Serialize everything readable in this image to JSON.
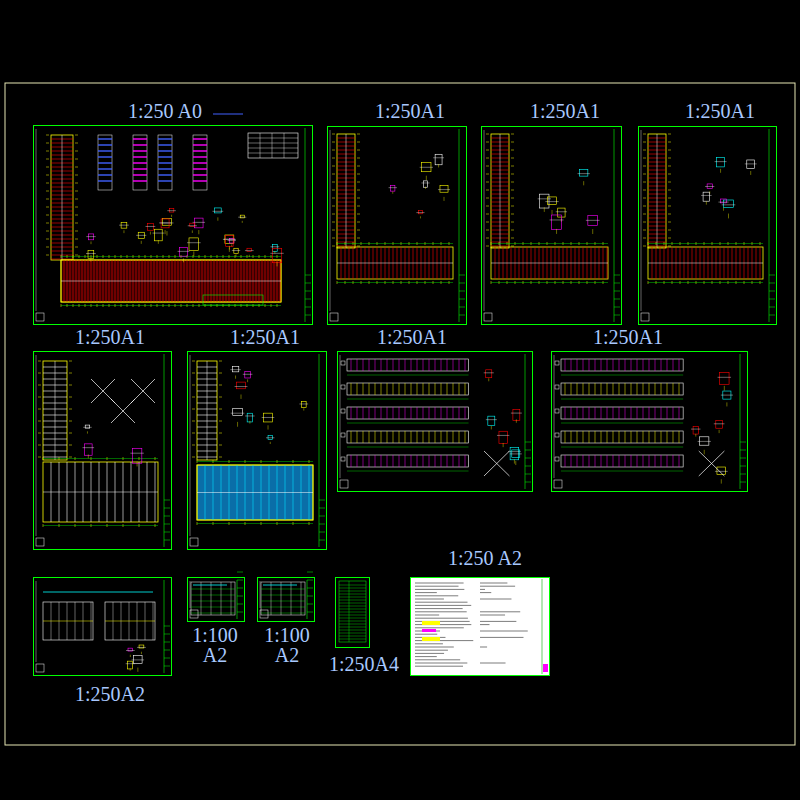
{
  "diagram": {
    "nodes": [
      {
        "text": [
          "1:250 A0"
        ]
      },
      {
        "text": [
          "1:250A1"
        ]
      },
      {
        "text": [
          "1:250A1"
        ]
      },
      {
        "text": [
          "1:250A1"
        ]
      },
      {
        "text": [
          "1:250A1"
        ]
      },
      {
        "text": [
          "1:250A1"
        ]
      },
      {
        "text": [
          "1:250A1"
        ]
      },
      {
        "text": [
          "1:250A1"
        ]
      },
      {
        "text": [
          "1:250A2"
        ]
      },
      {
        "text": [
          "1:100 A2"
        ]
      },
      {
        "text": [
          "1:100 A2"
        ]
      },
      {
        "text": [
          "1:250A4"
        ]
      },
      {
        "text": [
          "1:250 A2"
        ]
      }
    ],
    "edges": []
  }
}
